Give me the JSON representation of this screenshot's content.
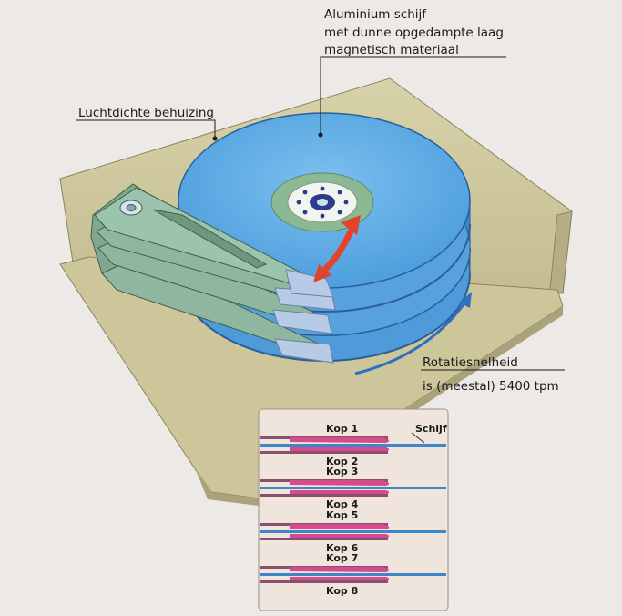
{
  "labels": {
    "platter_line1": "Aluminium schijf",
    "platter_line2": "met dunne opgedampte laag",
    "platter_line3": "magnetisch materiaal",
    "housing": "Luchtdichte behuizing",
    "rotation_line1": "Rotatiesnelheid",
    "rotation_line2": "is (meestal) 5400 tpm"
  },
  "inset": {
    "disk_label": "Schijf",
    "heads": [
      "Kop 1",
      "Kop 2",
      "Kop 3",
      "Kop 4",
      "Kop 5",
      "Kop 6",
      "Kop 7",
      "Kop 8"
    ]
  },
  "colors": {
    "housing": "#cfc9a0",
    "platter": "#5aa8e3",
    "platter_edge": "#2f6fb5",
    "arm": "#8fb7a0",
    "slider": "#b8cbe6",
    "arrow_red": "#e0452b",
    "arrow_blue": "#2d6fc0",
    "head_pink": "#d44c8c",
    "inset_bg": "#efe5dc"
  }
}
